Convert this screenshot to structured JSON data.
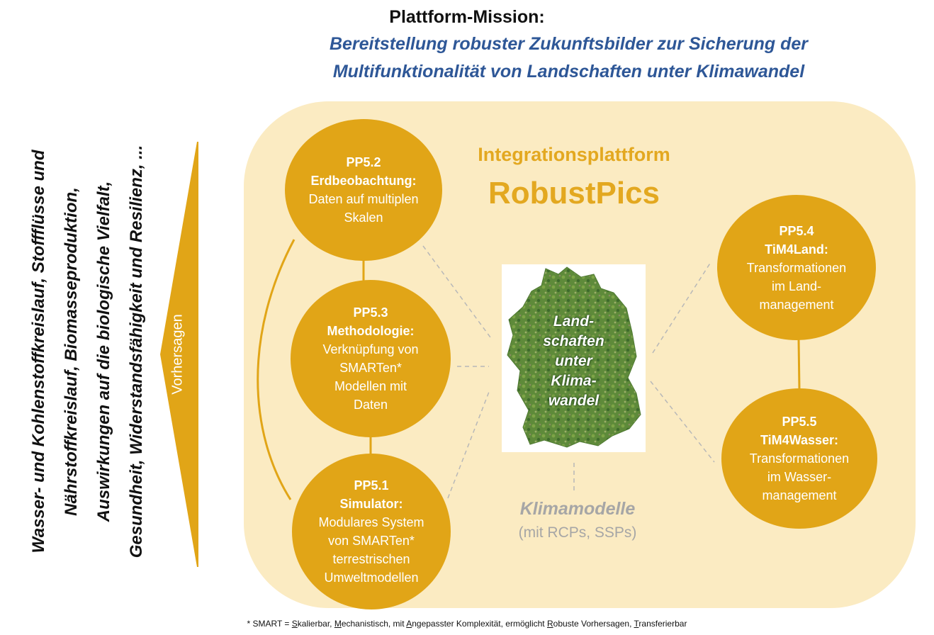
{
  "mission": {
    "title": "Plattform-Mission:",
    "line1": "Bereitstellung robuster Zukunftsbilder zur Sicherung der",
    "line2": "Multifunktionalität von Landschaften unter Klimawandel"
  },
  "platform": {
    "label": "Integrationsplattform",
    "name": "RobustPics"
  },
  "nodes": {
    "pp52": {
      "id": "PP5.2",
      "title": "Erdbeobachtung:",
      "lines": [
        "Daten auf multiplen",
        "Skalen"
      ]
    },
    "pp53": {
      "id": "PP5.3",
      "title": "Methodologie:",
      "lines": [
        "Verknüpfung von",
        "SMARTen*",
        "Modellen mit",
        "Daten"
      ]
    },
    "pp51": {
      "id": "PP5.1",
      "title": "Simulator:",
      "lines": [
        "Modulares System",
        "von SMARTen*",
        "terrestrischen",
        "Umweltmodellen"
      ]
    },
    "pp54": {
      "id": "PP5.4",
      "title": "TiM4Land:",
      "lines": [
        "Transformationen",
        "im Land-",
        "management"
      ]
    },
    "pp55": {
      "id": "PP5.5",
      "title": "TiM4Wasser:",
      "lines": [
        "Transformationen",
        "im Wasser-",
        "management"
      ]
    }
  },
  "map": {
    "lines": [
      "Land-",
      "schaften",
      "unter",
      "Klima-",
      "wandel"
    ]
  },
  "klima": {
    "title": "Klimamodelle",
    "subtitle": "(mit RCPs, SSPs)"
  },
  "side": {
    "lines": [
      "Wasser- und Kohlenstoffkreislauf, Stoffflüsse und",
      "Nährstoffkreislauf, Biomasseproduktion,",
      "Auswirkungen auf die biologische Vielfalt,",
      "Gesundheit, Widerstandsfähigkeit und Resilienz, ..."
    ],
    "arrow_label": "Vorhersagen"
  },
  "footnote": {
    "prefix": "* SMART = ",
    "parts": [
      {
        "u": "S",
        "rest": "kalierbar, "
      },
      {
        "u": "M",
        "rest": "echanistisch, mit "
      },
      {
        "u": "A",
        "rest": "ngepasster Komplexität, ermöglicht "
      },
      {
        "u": "R",
        "rest": "obuste Vorhersagen, "
      },
      {
        "u": "T",
        "rest": "ransferierbar"
      }
    ]
  },
  "colors": {
    "accent": "#E1A517",
    "panel": "#FBEBC2",
    "mission_blue": "#2E5797",
    "grey": "#A6A6A6"
  }
}
